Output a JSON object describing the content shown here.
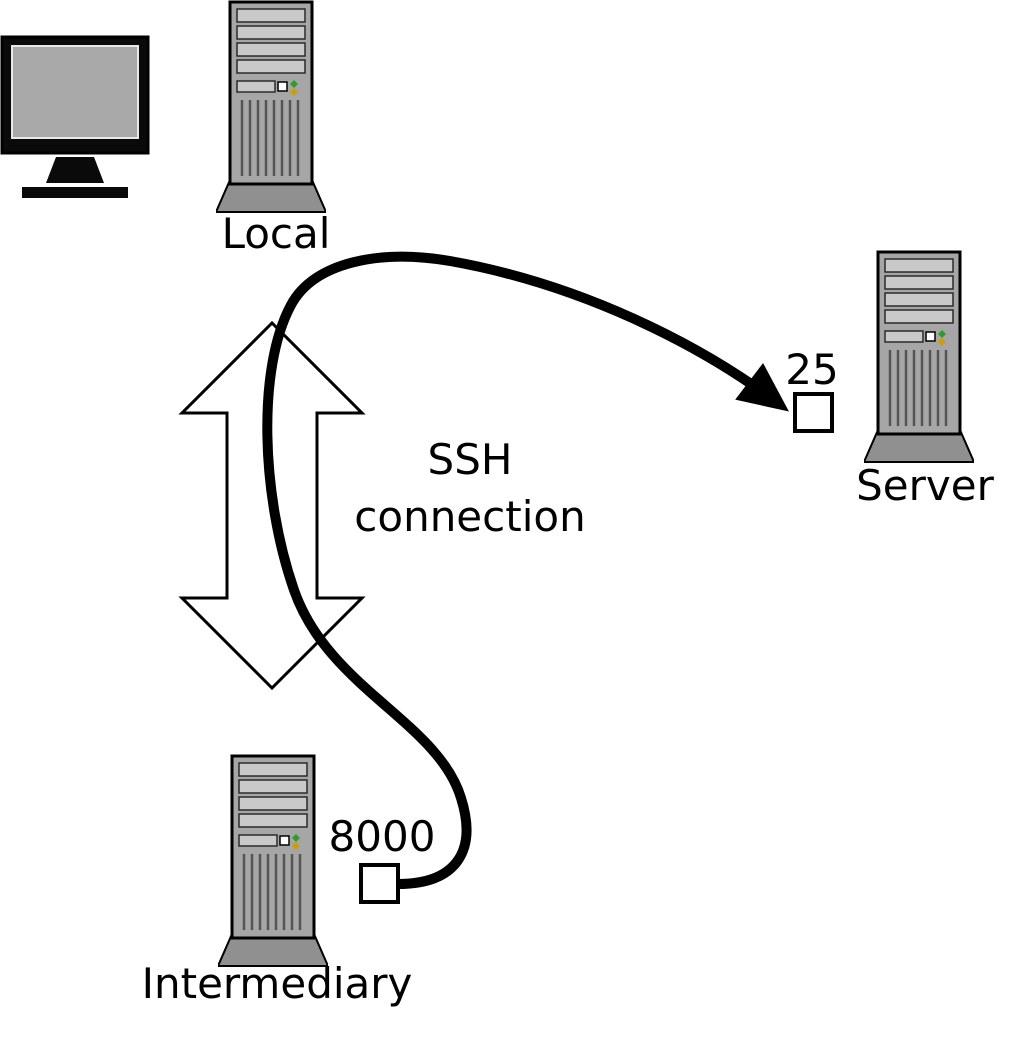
{
  "nodes": {
    "local": {
      "label": "Local",
      "icon": "computer-tower-icon"
    },
    "server": {
      "label": "Server",
      "port_label": "25",
      "icon": "computer-tower-icon"
    },
    "intermediary": {
      "label": "Intermediary",
      "port_label": "8000",
      "icon": "computer-tower-icon"
    },
    "monitor": {
      "icon": "monitor-icon"
    }
  },
  "labels": {
    "ssh_connection": "SSH connection"
  },
  "colors": {
    "outline": "#000000",
    "tower_body": "#a6a6a6",
    "tower_slat": "#c9c9c9",
    "tower_panel": "#c9c9c9",
    "tower_base": "#909090",
    "monitor_screen": "#a9a9a9",
    "port_fill": "#ffffff",
    "arrow_fill": "#ffffff",
    "led_green": "#2e9b2e",
    "led_amber": "#c8a000"
  }
}
